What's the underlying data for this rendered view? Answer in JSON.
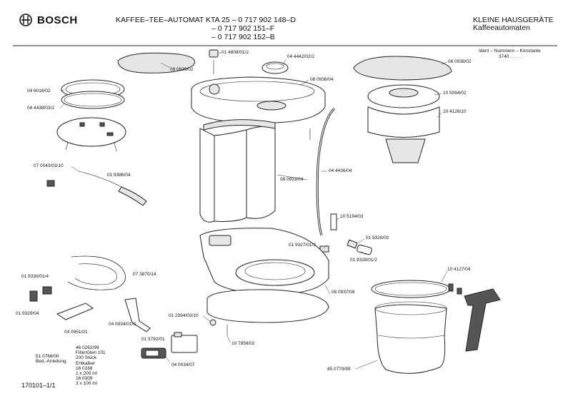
{
  "header": {
    "brand": "BOSCH",
    "title_line1": "KAFFEE–TEE–AUTOMAT KTA 25 – 0 717 902 148–D",
    "title_line2": "– 0 717 902 151–F",
    "title_line3": "– 0 717 902 152–B",
    "category": "KLEINE HAUSGERÄTE",
    "subcategory": "Kaffeeautomaten",
    "ident_label": "Ident – Nummern – Konstante",
    "ident_value": "3740 . . . . ."
  },
  "labels": [
    {
      "id": "l01",
      "text": "08 0939/02"
    },
    {
      "id": "l02",
      "text": "01 4808/01/2"
    },
    {
      "id": "l03",
      "text": "04 4442/02/2"
    },
    {
      "id": "l04",
      "text": "08 0938/02"
    },
    {
      "id": "l05",
      "text": "04 6016/02"
    },
    {
      "id": "l06",
      "text": "04 4438/03/2"
    },
    {
      "id": "l07",
      "text": "08 0936/04"
    },
    {
      "id": "l08",
      "text": "10 5094/02"
    },
    {
      "id": "l09",
      "text": "10 4126/10"
    },
    {
      "id": "l10",
      "text": "07 0043/03/10"
    },
    {
      "id": "l11",
      "text": "01 9386/04"
    },
    {
      "id": "l12",
      "text": "08 0933/04"
    },
    {
      "id": "l13",
      "text": "04 4436/04"
    },
    {
      "id": "l14",
      "text": "10 5194/03"
    },
    {
      "id": "l15",
      "text": "01 9326/02"
    },
    {
      "id": "l16",
      "text": "01 9327/01/3"
    },
    {
      "id": "l17",
      "text": "01 9328/01/2"
    },
    {
      "id": "l18",
      "text": "01 9330/01/4"
    },
    {
      "id": "l19",
      "text": "07 3870/14"
    },
    {
      "id": "l20",
      "text": "10 4127/04"
    },
    {
      "id": "l21",
      "text": "01 9329/04"
    },
    {
      "id": "l22",
      "text": "08 0937/09"
    },
    {
      "id": "l23",
      "text": "04 0951/01"
    },
    {
      "id": "l24",
      "text": "04 0934/01/3"
    },
    {
      "id": "l25",
      "text": "01 2994/03/10"
    },
    {
      "id": "l26",
      "text": "01 5792/01"
    },
    {
      "id": "l27",
      "text": "10 7858/02"
    },
    {
      "id": "l28",
      "text": "45 0779/99"
    },
    {
      "id": "l29",
      "text": "04 0034/07"
    }
  ],
  "accessories": {
    "manual_code": "51 0768/00",
    "manual_label": "Bed.-Anleitung",
    "filter_code": "46 0262/99",
    "filter_label": "Filtertüten 101",
    "filter_qty": "200 Stück",
    "descaler_label": "Entkalker",
    "descaler_code1": "16 0168",
    "descaler_qty1": "1 x 200 ml",
    "descaler_code2": "16 0309",
    "descaler_qty2": "3 x 100 ml"
  },
  "footer": {
    "page_ref": "170101–1/1"
  }
}
